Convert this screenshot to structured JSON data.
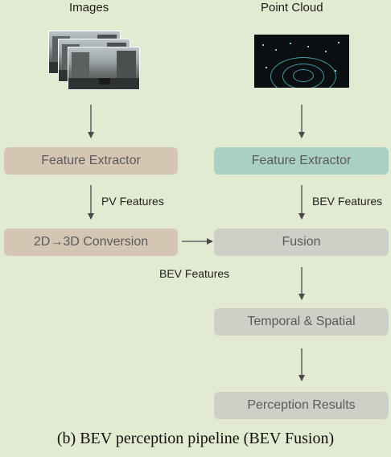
{
  "inputs": {
    "images_label": "Images",
    "pointcloud_label": "Point Cloud"
  },
  "nodes": {
    "feature_extractor_left": "Feature Extractor",
    "feature_extractor_right": "Feature Extractor",
    "conversion": "2D→3D Conversion",
    "fusion": "Fusion",
    "temporal_spatial": "Temporal & Spatial",
    "perception_results": "Perception Results"
  },
  "edges": {
    "pv_features": "PV Features",
    "bev_features_right": "BEV Features",
    "bev_features_left": "BEV Features"
  },
  "caption": "(b) BEV perception pipeline (BEV Fusion)",
  "colors": {
    "background": "#e2ebd1",
    "image_branch_box": "#d5c6b4",
    "lidar_branch_box": "#a9d0c0",
    "shared_box": "#cfcfc8",
    "arrow": "#4a4a4a"
  }
}
